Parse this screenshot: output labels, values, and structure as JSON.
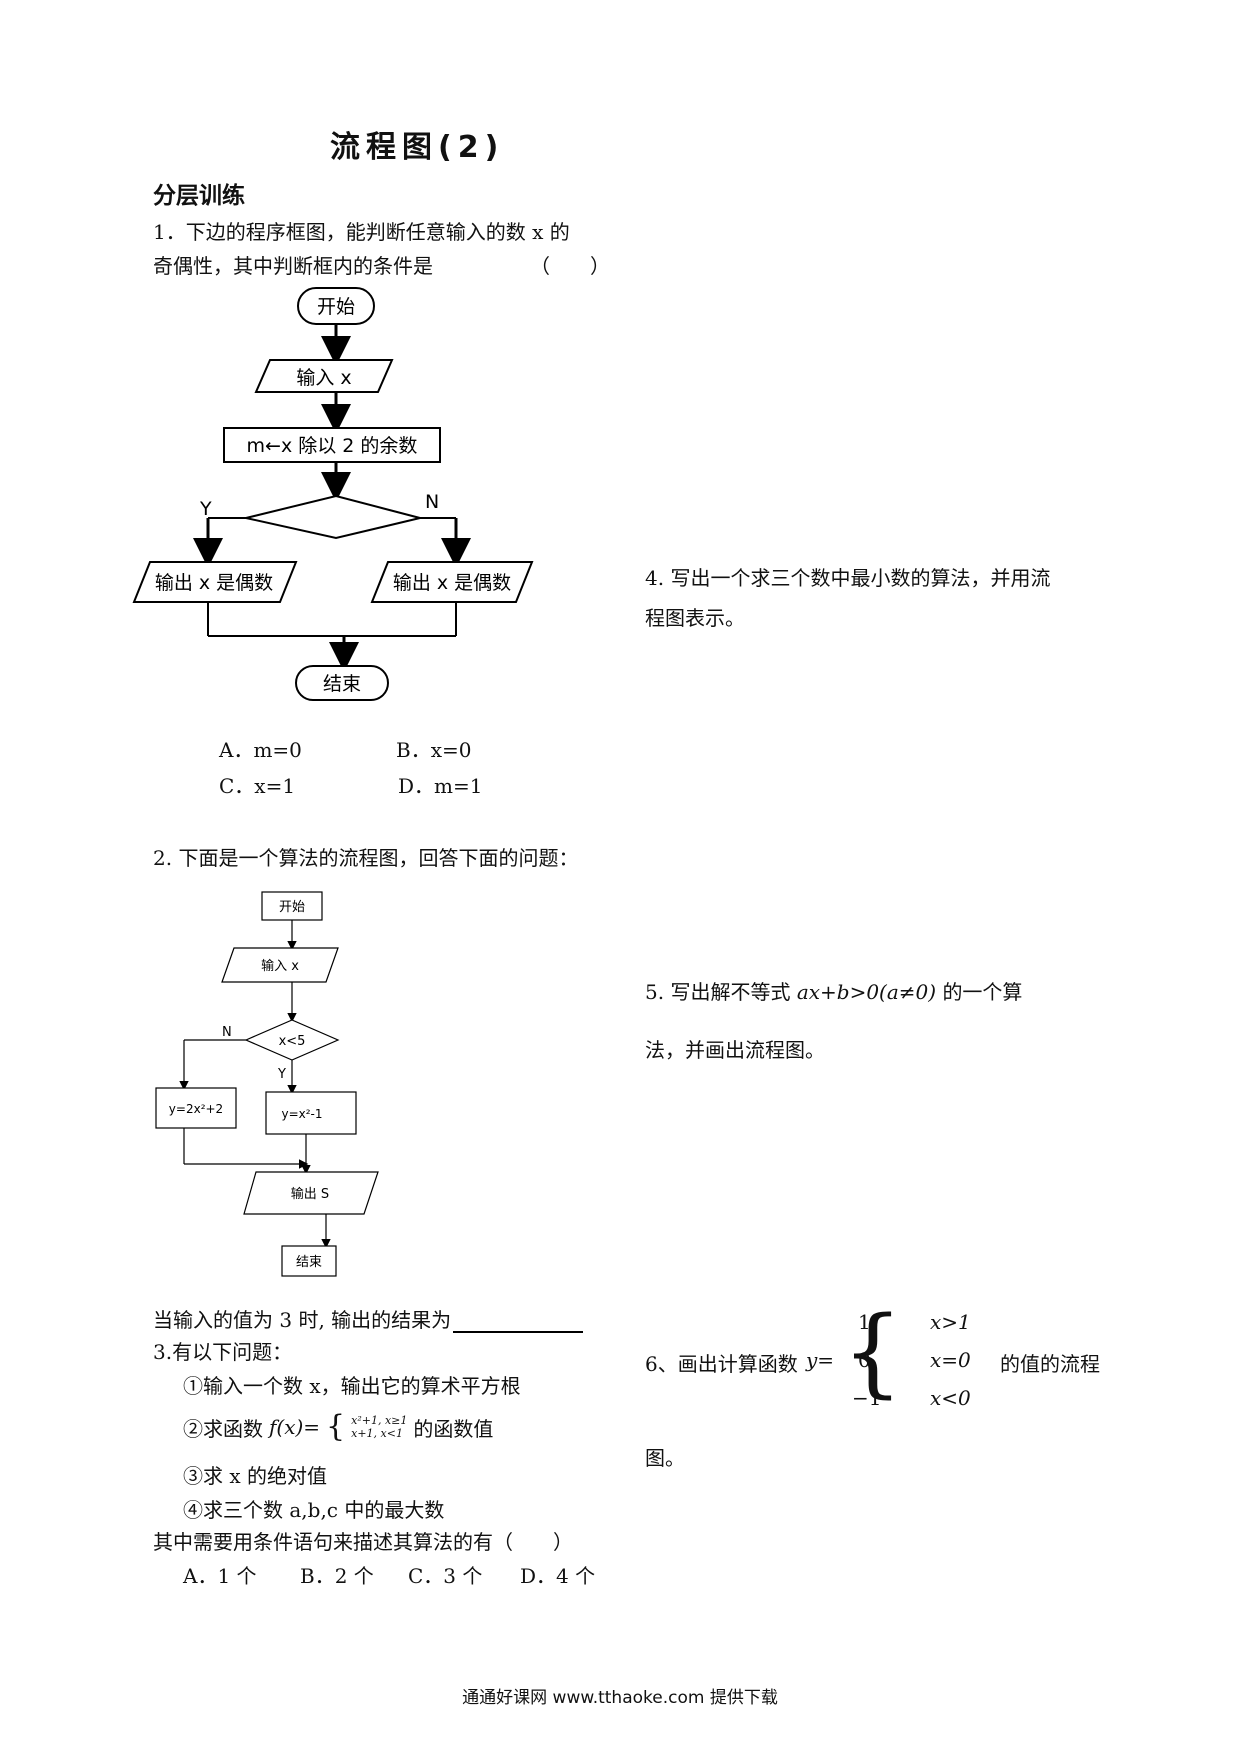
{
  "title": "流程图(2)",
  "section": "分层训练",
  "q1": {
    "line1": "1．下边的程序框图，能判断任意输入的数 x 的",
    "line2": "奇偶性，其中判断框内的条件是",
    "paren": "（　　）",
    "flow": {
      "start": "开始",
      "input": "输入 x",
      "process": "m←x 除以 2 的余数",
      "yes": "Y",
      "no": "N",
      "out_left": "输出 x 是偶数",
      "out_right": "输出 x 是偶数",
      "end": "结束"
    },
    "options": {
      "a": "A．m=0",
      "b": "B．x=0",
      "c": "C．x=1",
      "d": "D．m=1"
    }
  },
  "q2": {
    "text": "2. 下面是一个算法的流程图，回答下面的问题：",
    "flow": {
      "start": "开始",
      "input": "输入 x",
      "cond": "x<5",
      "no": "N",
      "yes": "Y",
      "left_box": "y=2x²+2",
      "right_box": "y=x²-1",
      "output": "输出 S",
      "end": "结束"
    },
    "answer_prompt": "当输入的值为 3 时, 输出的结果为"
  },
  "q3": {
    "intro": "3.有以下问题：",
    "item1": "①输入一个数 x，输出它的算术平方根",
    "item2_pre": "②求函数",
    "item2_func": "f(x)=",
    "item2_case1": "x²+1, x≥1",
    "item2_case2": "x+1, x<1",
    "item2_post": "的函数值",
    "item3": "③求 x 的绝对值",
    "item4": "④求三个数 a,b,c 中的最大数",
    "question": "其中需要用条件语句来描述其算法的有（　　）",
    "opt_a": "A．1 个",
    "opt_b": "B．2 个",
    "opt_c": "C．3 个",
    "opt_d": "D．4 个"
  },
  "q4": {
    "line1": "4. 写出一个求三个数中最小数的算法，并用流",
    "line2": "程图表示。"
  },
  "q5": {
    "line1_pre": "5. 写出解不等式",
    "line1_math": "ax+b>0(a≠0)",
    "line1_post": "的一个算",
    "line2": "法，并画出流程图。"
  },
  "q6": {
    "pre": "6、画出计算函数",
    "func": "y=",
    "case1_val": "1",
    "case1_cond": "x>1",
    "case2_val": "0",
    "case2_cond": "x=0",
    "case3_val": "−1",
    "case3_cond": "x<0",
    "post": "的值的流程",
    "line2": "图。"
  },
  "footer": "通通好课网  www.tthaoke.com  提供下载"
}
